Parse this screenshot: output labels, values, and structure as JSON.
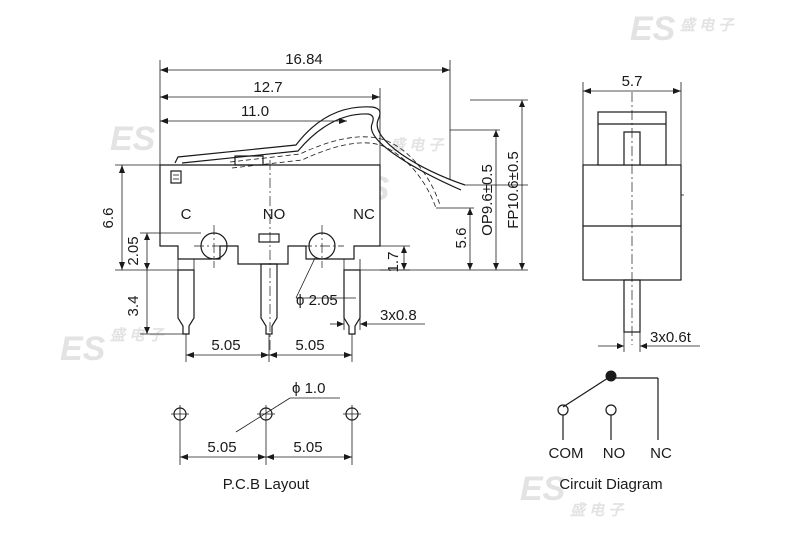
{
  "dimensions": {
    "overall_length": "16.84",
    "body_length": "12.7",
    "lever_length": "11.0",
    "body_height": "6.6",
    "hole_height": "2.05",
    "terminal_length": "3.4",
    "pitch_left": "5.05",
    "pitch_right": "5.05",
    "hole_diameter": "ϕ 2.05",
    "terminal_size": "3x0.8",
    "offset_height": "1.7",
    "lever_height": "5.6",
    "operating_position": "OP9.6±0.5",
    "free_position": "FP10.6±0.5",
    "side_width": "5.7",
    "side_terminal": "3x0.6t",
    "pcb_hole_diameter": "ϕ 1.0",
    "pcb_pitch_left": "5.05",
    "pcb_pitch_right": "5.05"
  },
  "terminals": {
    "c": "C",
    "no": "NO",
    "nc": "NC"
  },
  "circuit": {
    "com": "COM",
    "no": "NO",
    "nc": "NC"
  },
  "captions": {
    "pcb_layout": "P.C.B Layout",
    "circuit_diagram": "Circuit Diagram"
  },
  "watermark": {
    "text": "ES",
    "chars": "盛 电 子"
  },
  "colors": {
    "line": "#1a1a1a",
    "background": "#ffffff",
    "watermark": "#e3e3e3"
  }
}
